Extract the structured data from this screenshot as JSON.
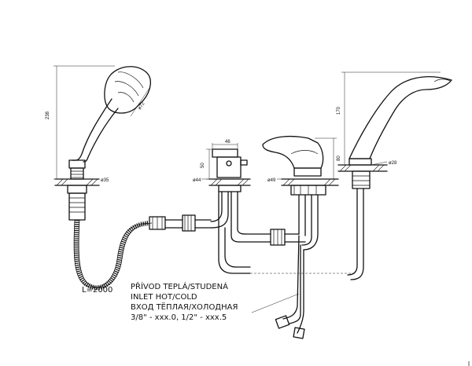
{
  "dimensions": {
    "handshower_height": "238",
    "handshower_head_diameter": "ø72",
    "handshower_base": "ø35",
    "hose_length": "L=2000",
    "diverter_width": "46",
    "diverter_height": "50",
    "diverter_base": "ø44",
    "mixer_base": "ø49",
    "mixer_height": "80",
    "spout_height": "170",
    "spout_base": "ø28"
  },
  "inlet_note": {
    "line1": "PŘÍVOD TEPLÁ/STUDENÁ",
    "line2": "INLET HOT/COLD",
    "line3": "ВХОД ТЁПЛАЯ/ХОЛОДНАЯ",
    "line4": "3/8\" - xxx.0,  1/2\" - xxx.5"
  }
}
